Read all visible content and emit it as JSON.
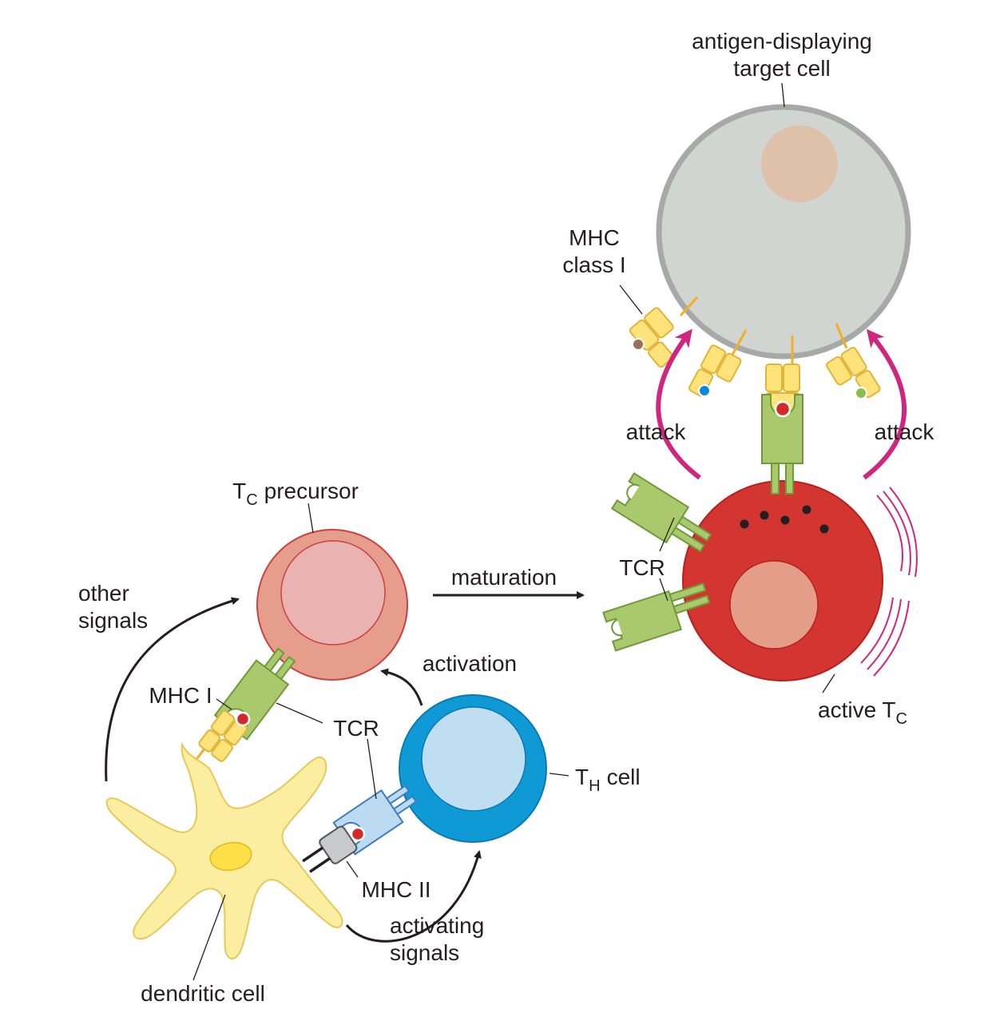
{
  "labels": {
    "target_cell_line1": "antigen-displaying",
    "target_cell_line2": "target cell",
    "mhc_class_i_line1": "MHC",
    "mhc_class_i_line2": "class I",
    "attack": "attack",
    "tcr": "TCR",
    "active_tc_prefix": "active T",
    "tc_subscript": "C",
    "tc_precursor_suffix": "precursor",
    "maturation": "maturation",
    "other_signals_line1": "other",
    "other_signals_line2": "signals",
    "activation": "activation",
    "mhc_i": "MHC I",
    "th_prefix": "T",
    "th_subscript": "H",
    "th_suffix": "cell",
    "mhc_ii": "MHC II",
    "activating_signals_line1": "activating",
    "activating_signals_line2": "signals",
    "dendritic_cell": "dendritic cell"
  },
  "colors": {
    "target_cell": "#d0d5d2",
    "target_cell_border": "#a6a9a8",
    "target_nucleus": "#dfc0a8",
    "active_tc": "#d33530",
    "active_tc_nucleus": "#e49d88",
    "tc_precursor": "#e79d8c",
    "tc_precursor_nucleus": "#ebb2b2",
    "th_cell": "#0f9ad6",
    "th_nucleus": "#bfdef2",
    "dendritic_cell": "#fbeea0",
    "dendritic_nucleus": "#fde047",
    "tcr_green": "#a9c96c",
    "tcr_blue": "#bcdaf2",
    "mhc_yellow": "#fde379",
    "attack_arrow": "#d1267f",
    "antigen_red": "#d42a27",
    "antigen_blue": "#0c89d4",
    "antigen_brown": "#9c6f5a",
    "antigen_green": "#8dbd4e"
  }
}
